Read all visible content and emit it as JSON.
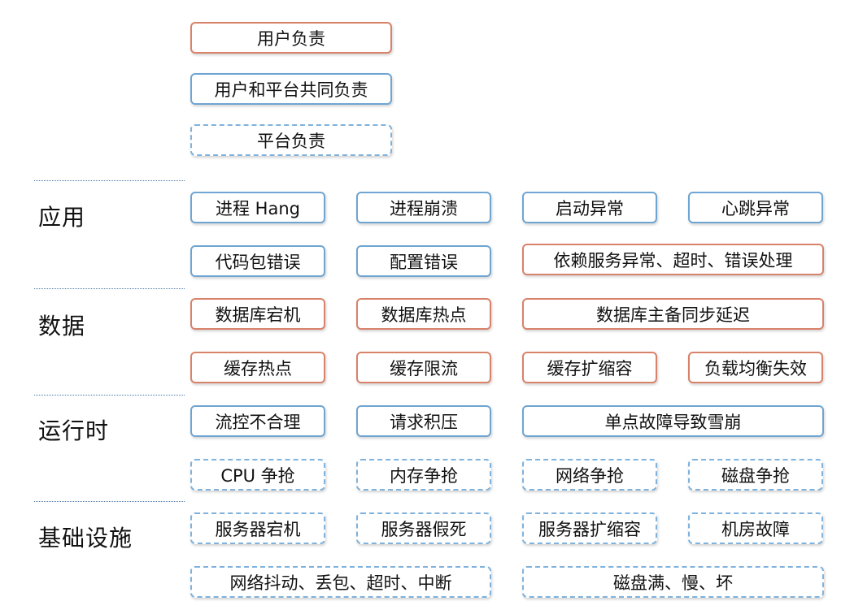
{
  "legend": {
    "user": "用户负责",
    "shared": "用户和平台共同负责",
    "platform": "平台负责"
  },
  "sections": [
    {
      "label": "应用",
      "rows": [
        [
          "进程 Hang",
          "进程崩溃",
          "启动异常",
          "心跳异常"
        ],
        [
          "代码包错误",
          "配置错误",
          "依赖服务异常、超时、错误处理"
        ]
      ]
    },
    {
      "label": "数据",
      "rows": [
        [
          "数据库宕机",
          "数据库热点",
          "数据库主备同步延迟"
        ],
        [
          "缓存热点",
          "缓存限流",
          "缓存扩缩容",
          "负载均衡失效"
        ]
      ]
    },
    {
      "label": "运行时",
      "rows": [
        [
          "流控不合理",
          "请求积压",
          "单点故障导致雪崩"
        ],
        [
          "CPU 争抢",
          "内存争抢",
          "网络争抢",
          "磁盘争抢"
        ]
      ]
    },
    {
      "label": "基础设施",
      "rows": [
        [
          "服务器宕机",
          "服务器假死",
          "服务器扩缩容",
          "机房故障"
        ],
        [
          "网络抖动、丢包、超时、中断",
          "磁盘满、慢、坏"
        ]
      ]
    }
  ],
  "colors": {
    "user_border": "#d9826a",
    "shared_border": "#6fa5d2",
    "platform_border": "#7fb2dc",
    "divider": "#4b77a6"
  }
}
